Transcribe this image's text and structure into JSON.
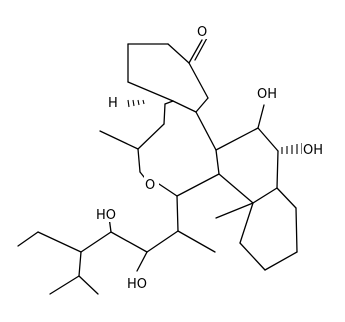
{
  "labels": {
    "ketone_o": "O",
    "oh_c11": "OH",
    "oh_c12": "OH",
    "ring_o": "O",
    "oh_c22": "HO",
    "oh_c23": "HO",
    "h_c5": "H"
  },
  "colors": {
    "ink": "#000000",
    "background": "#ffffff"
  }
}
